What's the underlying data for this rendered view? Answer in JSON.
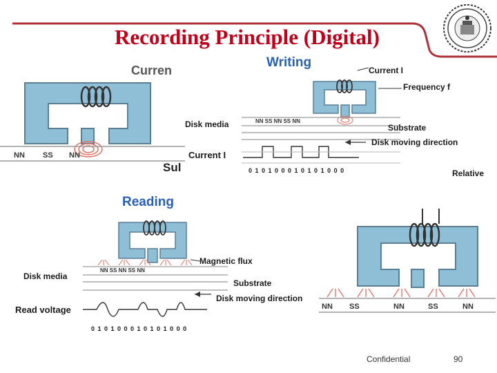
{
  "slide": {
    "title": "Recording Principle (Digital)",
    "footer_label": "Confidential",
    "page_number": "90"
  },
  "writing": {
    "heading": "Writing",
    "current_label": "Current I",
    "frequency_label": "Frequency f",
    "disk_media_label": "Disk media",
    "substrate_label": "Substrate",
    "direction_label": "Disk moving direction",
    "current_wave_label": "Current I",
    "bits": "0 1 0 1 0 0 0 1 0 1 0 1 0 0 0",
    "relative_label": "Relative",
    "media_poles": "NN SS NN SS NN",
    "left_partial_top": "Curren",
    "left_partial_bottom": "Sul"
  },
  "reading": {
    "heading": "Reading",
    "flux_label": "Magnetic flux",
    "disk_media_label": "Disk media",
    "substrate_label": "Substrate",
    "direction_label": "Disk moving direction",
    "voltage_label": "Read voltage",
    "bits": "0 1 0 1 0 0 0 1 0 1 0 1 0 0 0",
    "media_poles": "NN SS NN SS NN"
  },
  "colors": {
    "title": "#c0001a",
    "heading": "#2a5fb8",
    "head_fill": "#8fbfd6",
    "head_stroke": "#5a7f95"
  }
}
